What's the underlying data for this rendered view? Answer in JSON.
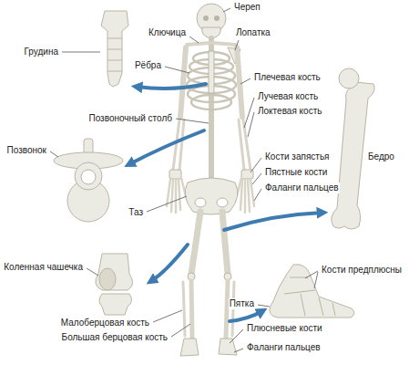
{
  "diagram": {
    "labels": [
      "Череп",
      "Ключица",
      "Лопатка",
      "Грудина",
      "Рёбра",
      "Плечевая кость",
      "Лучевая кость",
      "Позвоночный столб",
      "Локтевая кость",
      "Позвонок",
      "Кости запястья",
      "Пястные кости",
      "Фаланги пальцев",
      "Бедро",
      "Таз",
      "Коленная чашечка",
      "Кости предплюсны",
      "Пятка",
      "Малоберцовая кость",
      "Плюсневые кости",
      "Большая берцовая кость",
      "Фаланги пальцев"
    ]
  }
}
